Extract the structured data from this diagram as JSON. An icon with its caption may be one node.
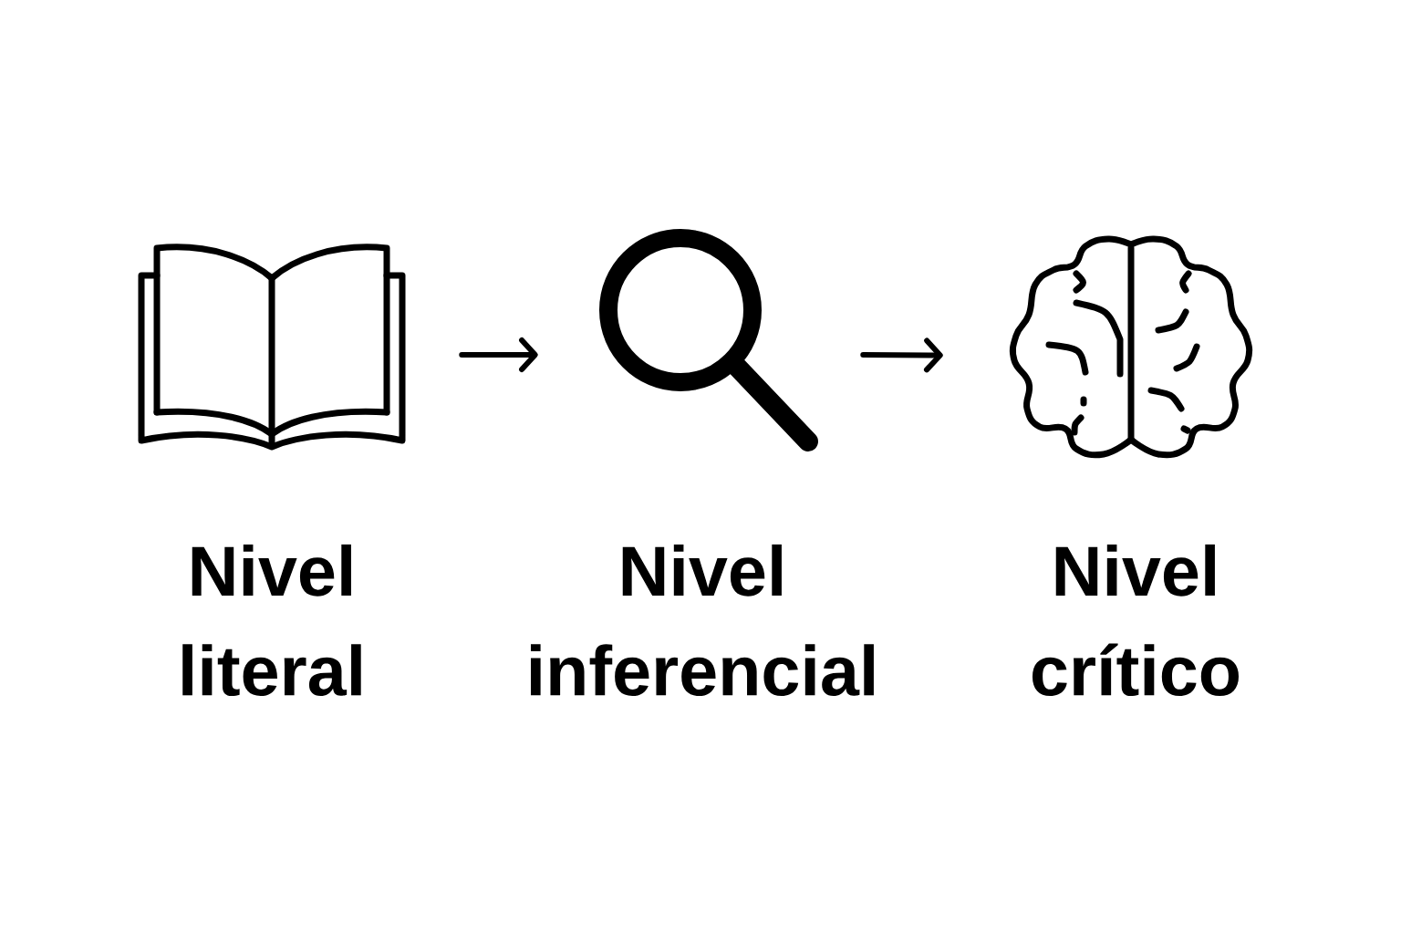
{
  "diagram": {
    "nodes": [
      {
        "text": [
          "Nivel literal"
        ]
      },
      {
        "text": [
          "Nivel inferencial"
        ]
      },
      {
        "text": [
          "Nivel crítico"
        ]
      }
    ],
    "edges": [
      {
        "from": 0,
        "to": 1,
        "arrow": "to"
      },
      {
        "from": 1,
        "to": 2,
        "arrow": "to"
      }
    ]
  }
}
